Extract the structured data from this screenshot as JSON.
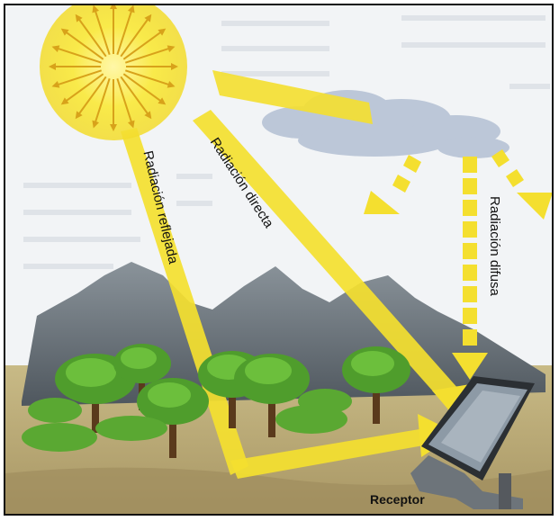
{
  "labels": {
    "direct": "Radiación directa",
    "reflected": "Radiación reflejada",
    "diffuse": "Radiación difusa",
    "receptor": "Receptor"
  },
  "colors": {
    "sun": "#f7e23a",
    "beam": "#f4df2f",
    "sky": "#f2f4f6",
    "cloud": "#b9c4d6",
    "mountain": "#6f7880",
    "ground": "#b9a878",
    "tree": "#4e9a2a",
    "panel": "#7d8a96"
  },
  "icons": {
    "sun": "sun-icon",
    "cloud": "cloud-icon",
    "receptor": "solar-panel-icon"
  }
}
